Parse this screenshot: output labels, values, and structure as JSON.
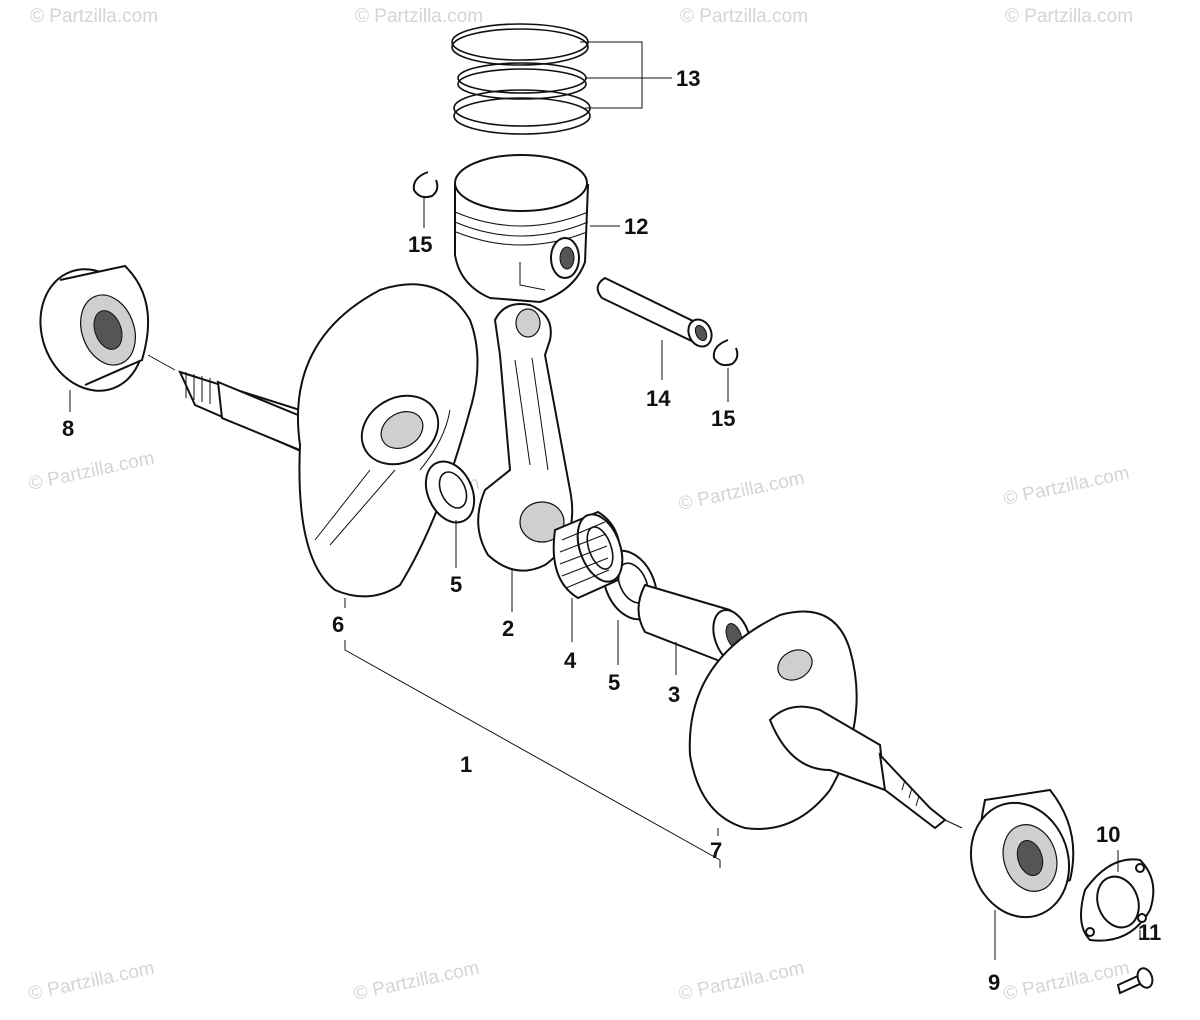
{
  "watermark": "© Partzilla.com",
  "callouts": [
    "1",
    "2",
    "3",
    "4",
    "5",
    "5",
    "6",
    "7",
    "8",
    "9",
    "10",
    "11",
    "12",
    "13",
    "14",
    "15",
    "15"
  ]
}
